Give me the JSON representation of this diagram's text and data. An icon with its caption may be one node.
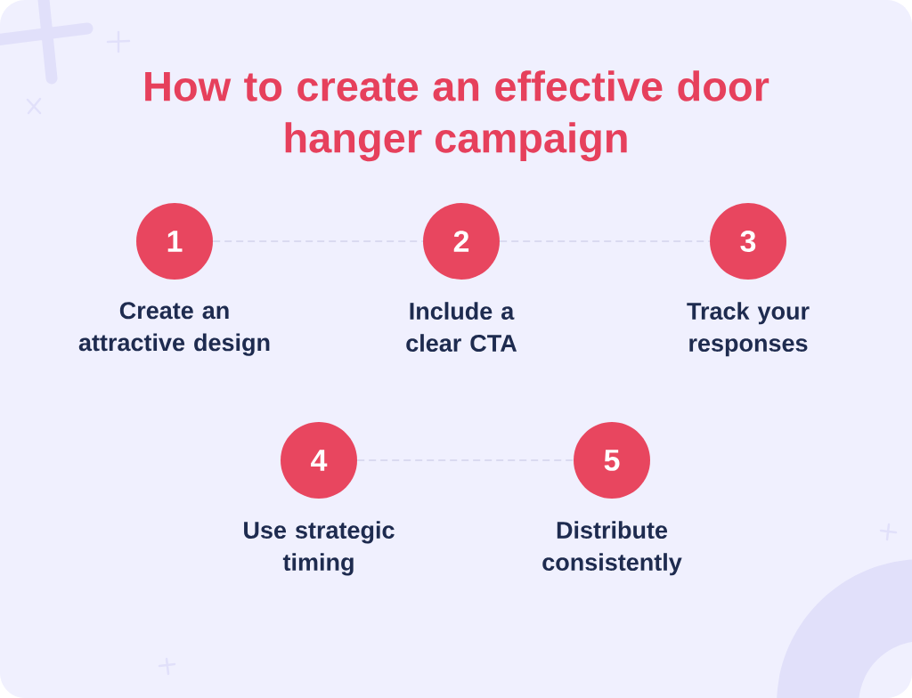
{
  "diagram": {
    "title": "How to create an effective door hanger campaign",
    "nodes": [
      {
        "text": [
          "1"
        ],
        "beside": [
          "Create an attractive design"
        ]
      },
      {
        "text": [
          "2"
        ],
        "beside": [
          "Include a clear CTA"
        ]
      },
      {
        "text": [
          "3"
        ],
        "beside": [
          "Track your responses"
        ]
      },
      {
        "text": [
          "4"
        ],
        "beside": [
          "Use strategic timing"
        ]
      },
      {
        "text": [
          "5"
        ],
        "beside": [
          "Distribute consistently"
        ]
      }
    ],
    "edges": [
      {
        "from": 0,
        "to": 1,
        "arrow": "none",
        "style": "dashed"
      },
      {
        "from": 1,
        "to": 2,
        "arrow": "none",
        "style": "dashed"
      },
      {
        "from": 3,
        "to": 4,
        "arrow": "none",
        "style": "dashed"
      }
    ]
  }
}
